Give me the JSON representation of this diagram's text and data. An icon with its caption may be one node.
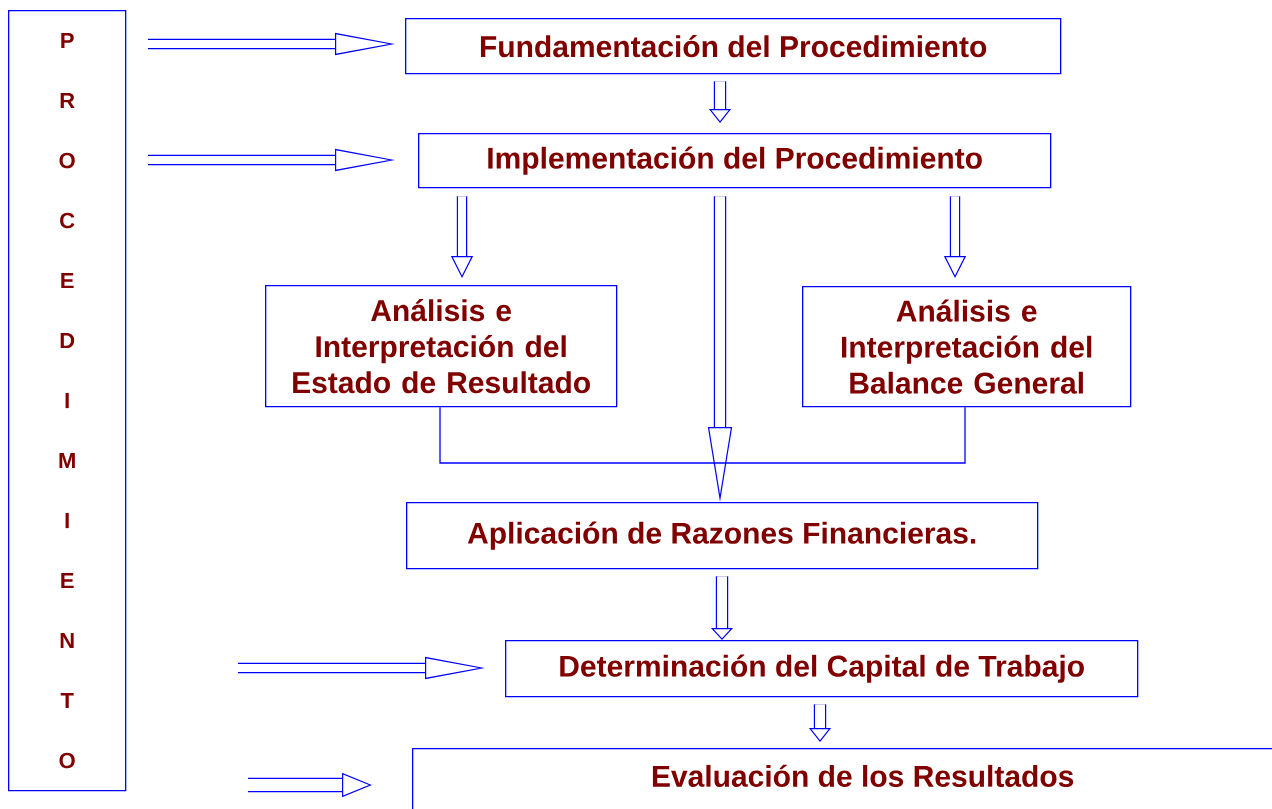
{
  "diagram": {
    "nodes": [
      {
        "text": [
          "P R O C E D I M I E N T O"
        ]
      },
      {
        "text": [
          "Fundamentación del Procedimiento"
        ]
      },
      {
        "text": [
          "Implementación del Procedimiento"
        ]
      },
      {
        "text": [
          "Análisis e Interpretación del Estado de Resultado"
        ]
      },
      {
        "text": [
          "Análisis e Interpretación del Balance General"
        ]
      },
      {
        "text": [
          "Aplicación de Razones Financieras."
        ]
      },
      {
        "text": [
          "Determinación del Capital de Trabajo"
        ]
      },
      {
        "text": [
          "Evaluación de los Resultados"
        ]
      }
    ],
    "edges": [
      {
        "from": null,
        "to": 1,
        "arrow": "to"
      },
      {
        "from": null,
        "to": 2,
        "arrow": "to"
      },
      {
        "from": 1,
        "to": 2,
        "arrow": "to"
      },
      {
        "from": 2,
        "to": 3,
        "arrow": "to"
      },
      {
        "from": 2,
        "to": 5,
        "arrow": "to"
      },
      {
        "from": 2,
        "to": 4,
        "arrow": "to"
      },
      {
        "from": 3,
        "to": 4,
        "arrow": "none"
      },
      {
        "from": 5,
        "to": 6,
        "arrow": "to"
      },
      {
        "from": null,
        "to": 6,
        "arrow": "to"
      },
      {
        "from": 6,
        "to": 7,
        "arrow": "to"
      },
      {
        "from": null,
        "to": 7,
        "arrow": "to"
      }
    ]
  }
}
